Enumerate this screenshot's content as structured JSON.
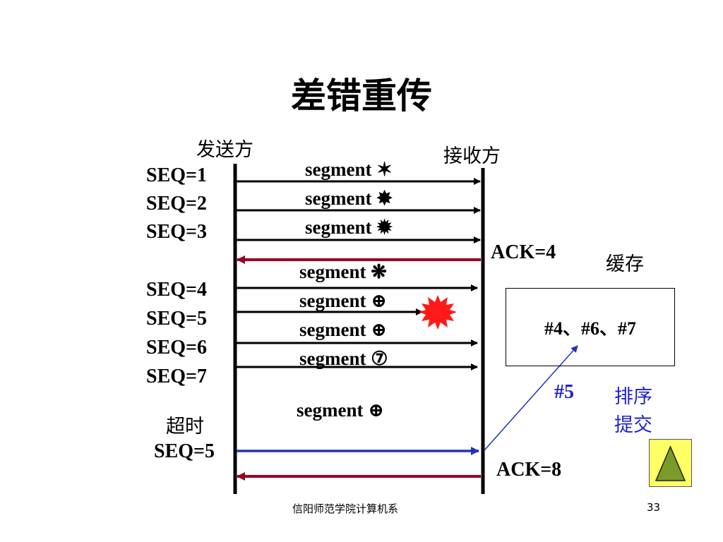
{
  "title": "差错重传",
  "sender_label": "发送方",
  "receiver_label": "接收方",
  "seq_group1": [
    "SEQ=1",
    "SEQ=2",
    "SEQ=3"
  ],
  "seq_group2": [
    "SEQ=4",
    "SEQ=5",
    "SEQ=6",
    "SEQ=7"
  ],
  "segments": [
    "segment ✶",
    "segment ✸",
    "segment ✹",
    "segment ❋",
    "segment ⊕",
    "segment ⊕",
    "segment ⑦"
  ],
  "retransmit_segment": "segment ⊕",
  "ack1": "ACK=4",
  "ack2": "ACK=8",
  "buffer_label": "缓存",
  "buffer_content": "#4、#6、#7",
  "deliver_seq": "#5",
  "sort_label_line1": "排序",
  "sort_label_line2": "提交",
  "timeout_label": "超时",
  "timeout_seq": "SEQ=5",
  "footer_text": "信阳师范学院计算机系",
  "page_number": "33",
  "colors": {
    "arrow": "#000000",
    "ack": "#990022",
    "retransmit": "#2233bb",
    "loss_burst": "#ff1a1a",
    "nav_button": "#ffff66",
    "nav_triangle": "#7a9a2a"
  },
  "icons": {
    "loss": "loss-burst-icon",
    "nav": "triangle-nav-icon"
  }
}
